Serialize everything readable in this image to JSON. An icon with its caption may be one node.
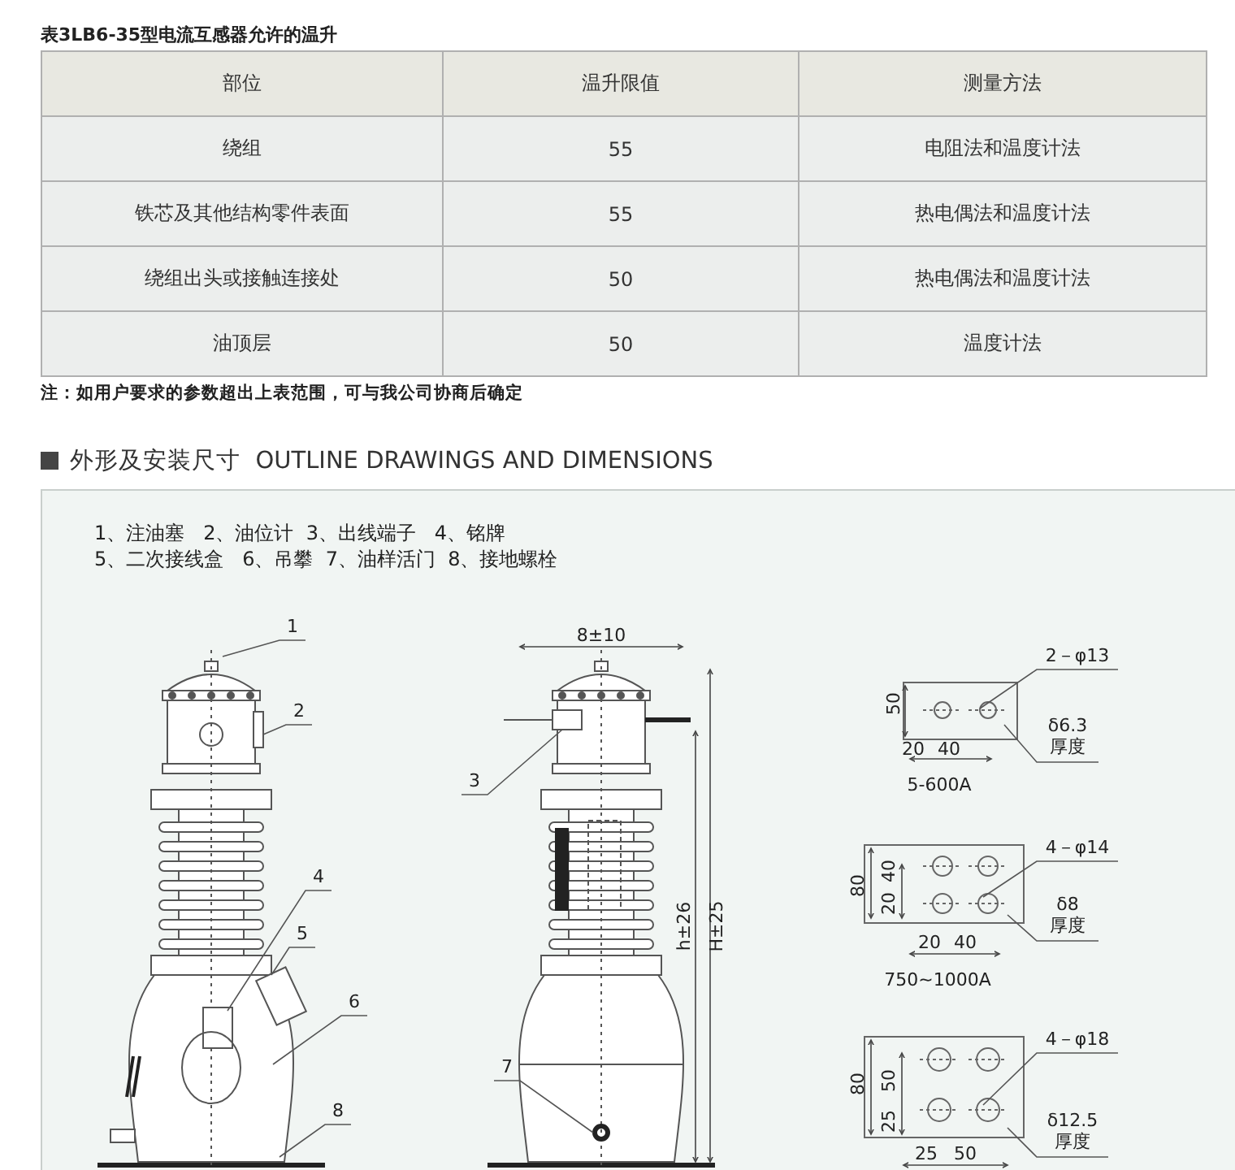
{
  "diagram": {
    "title": "表3LB6-35型电流互感器允许的温升",
    "nodes": [
      {
        "text": [
          "1"
        ]
      },
      {
        "text": [
          "2"
        ]
      },
      {
        "text": [
          "3"
        ]
      },
      {
        "text": [
          "4"
        ]
      },
      {
        "text": [
          "5"
        ]
      },
      {
        "text": [
          "6"
        ]
      },
      {
        "text": [
          "7"
        ]
      },
      {
        "text": [
          "8"
        ]
      },
      {
        "text": [
          "2－φ13"
        ]
      },
      {
        "text": [
          "δ6.3",
          "厚度"
        ]
      },
      {
        "text": [
          "4－φ14"
        ]
      },
      {
        "text": [
          "δ8",
          "厚度"
        ]
      },
      {
        "text": [
          "4－φ18"
        ]
      },
      {
        "text": [
          "δ12.5",
          "厚度"
        ]
      },
      {
        "text": [],
        "shape": "box"
      },
      {
        "text": [],
        "shape": "box"
      },
      {
        "text": [],
        "shape": "box"
      }
    ],
    "edges": [
      {
        "from": 0,
        "to": null,
        "arrow": "none"
      },
      {
        "from": 1,
        "to": 14,
        "arrow": "none"
      },
      {
        "from": 2,
        "to": 15,
        "arrow": "none"
      },
      {
        "from": 3,
        "to": null,
        "arrow": "none"
      },
      {
        "from": 4,
        "to": 16,
        "arrow": "none"
      },
      {
        "from": 5,
        "to": null,
        "arrow": "none"
      },
      {
        "from": 6,
        "to": null,
        "arrow": "none"
      },
      {
        "from": 7,
        "to": null,
        "arrow": "none"
      },
      {
        "from": 8,
        "to": null,
        "arrow": "none"
      },
      {
        "from": 9,
        "to": null,
        "arrow": "none"
      },
      {
        "from": 10,
        "to": null,
        "arrow": "none"
      },
      {
        "from": 11,
        "to": null,
        "arrow": "none"
      },
      {
        "from": 12,
        "to": null,
        "arrow": "none"
      },
      {
        "from": 13,
        "to": null,
        "arrow": "none"
      }
    ],
    "labels": [
      "部位",
      "温升限值",
      "测量方法",
      "绕组",
      "55",
      "电阻法和温度计法",
      "铁芯及其他结构零件表面",
      "55",
      "热电偶法和温度计法",
      "绕组出头或接触连接处",
      "50",
      "热电偶法和温度计法",
      "油顶层",
      "50",
      "温度计法",
      "注：如用户要求的参数超出上表范围，可与我公司协商后确定",
      "外形及安装尺寸  OUTLINE DRAWINGS AND DIMENSIONS",
      "1、注油塞   2、油位计  3、出线端子   4、铭牌",
      "5、二次接线盒   6、吊攀  7、油样活门  8、接地螺栓",
      "8±10",
      "h±26",
      "H±25",
      "50",
      "20",
      "40",
      "5-600A",
      "80",
      "20",
      "40",
      "20",
      "40",
      "750~1000A",
      "80",
      "25",
      "50",
      "25",
      "50"
    ]
  }
}
